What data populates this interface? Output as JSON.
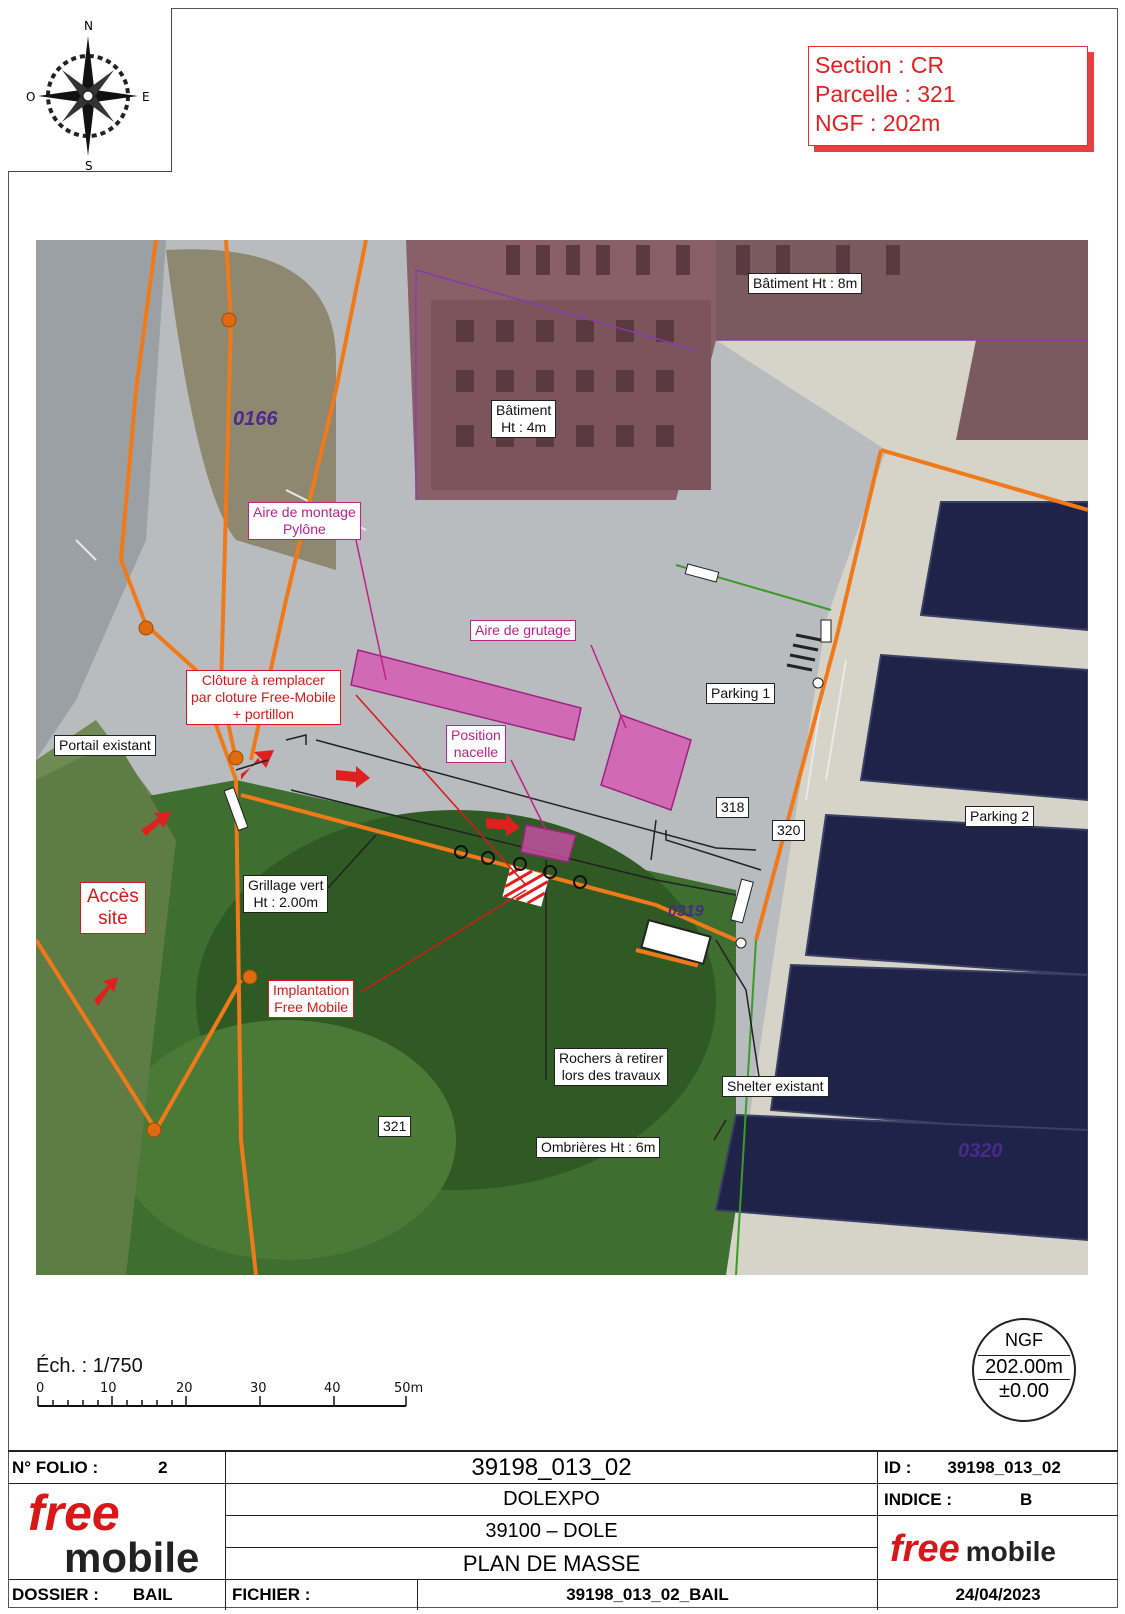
{
  "compass": {
    "n": "N",
    "s": "S",
    "e": "E",
    "o": "O"
  },
  "info": {
    "section": "Section : CR",
    "parcelle": "Parcelle : 321",
    "ngf": "NGF : 202m"
  },
  "map_labels": {
    "batiment_8m": "Bâtiment Ht : 8m",
    "batiment_4m_1": "Bâtiment",
    "batiment_4m_2": "Ht : 4m",
    "aire_montage_1": "Aire de montage",
    "aire_montage_2": "Pylône",
    "aire_grutage": "Aire de grutage",
    "parking1": "Parking 1",
    "parking2": "Parking 2",
    "cloture_1": "Clôture à remplacer",
    "cloture_2a": "par cloture ",
    "cloture_2b": "Free-Mobile",
    "cloture_3": "+ portillon",
    "portail": "Portail existant",
    "position_1": "Position",
    "position_2": "nacelle",
    "p318": "318",
    "p320": "320",
    "grillage_1": "Grillage vert",
    "grillage_2": "Ht : 2.00m",
    "acces_1": "Accès",
    "acces_2": "site",
    "implantation_1": "Implantation",
    "implantation_2": "Free Mobile",
    "rochers_1": "Rochers à retirer",
    "rochers_2": "lors des travaux",
    "shelter": "Shelter existant",
    "p321": "321",
    "ombrieres": "Ombrières Ht : 6m",
    "parcel_0166": "0166",
    "parcel_0320": "0320",
    "parcel_0319": "0319"
  },
  "scale": {
    "title": "Éch. : 1/750",
    "ticks": [
      "0",
      "10",
      "20",
      "30",
      "40",
      "50m"
    ]
  },
  "ngf_badge": {
    "label": "NGF",
    "value": "202.00m",
    "zero": "±0.00"
  },
  "cartouche": {
    "folio_label": "N° FOLIO :",
    "folio_value": "2",
    "code": "39198_013_02",
    "site": "DOLEXPO",
    "city": "39100 – DOLE",
    "doc_title": "PLAN DE MASSE",
    "id_label": "ID :",
    "id_value": "39198_013_02",
    "indice_label": "INDICE :",
    "indice_value": "B",
    "dossier_label": "DOSSIER :",
    "dossier_value": "BAIL",
    "fichier_label": "FICHIER :",
    "fichier_value": "39198_013_02_BAIL",
    "date": "24/04/2023",
    "logo_free": "free",
    "logo_mobile": "mobile"
  },
  "colors": {
    "accent_red": "#d81818",
    "orange_line": "#f07a1a",
    "pink_area": "#d84fb0",
    "roof": "#8a6068",
    "solar": "#1e2347"
  }
}
